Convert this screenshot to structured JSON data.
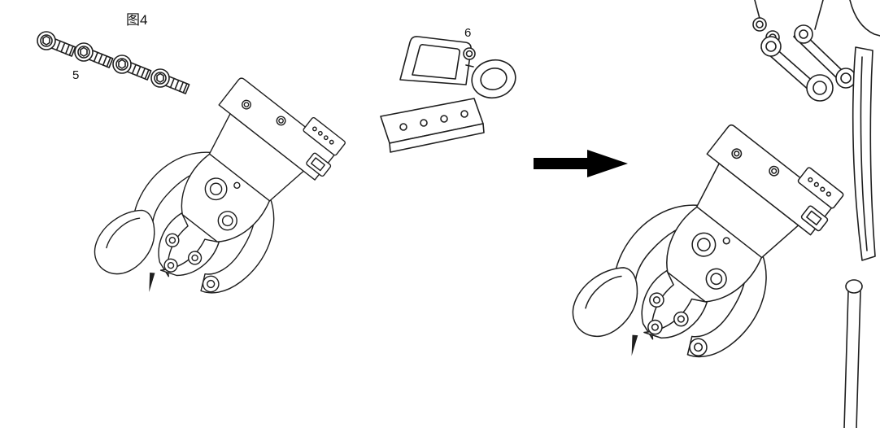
{
  "figure": {
    "caption": "图4",
    "part_labels": {
      "screws": "5",
      "bracket": "6"
    },
    "description": "Assembly diagram: four socket-head screws (5) and clamp bracket (6) attach to robot gripper; arrow shows assembled gripper mounted on robot arm"
  },
  "colors": {
    "background": "#ffffff",
    "line": "#1f1f1f",
    "arrow_fill": "#000000"
  }
}
